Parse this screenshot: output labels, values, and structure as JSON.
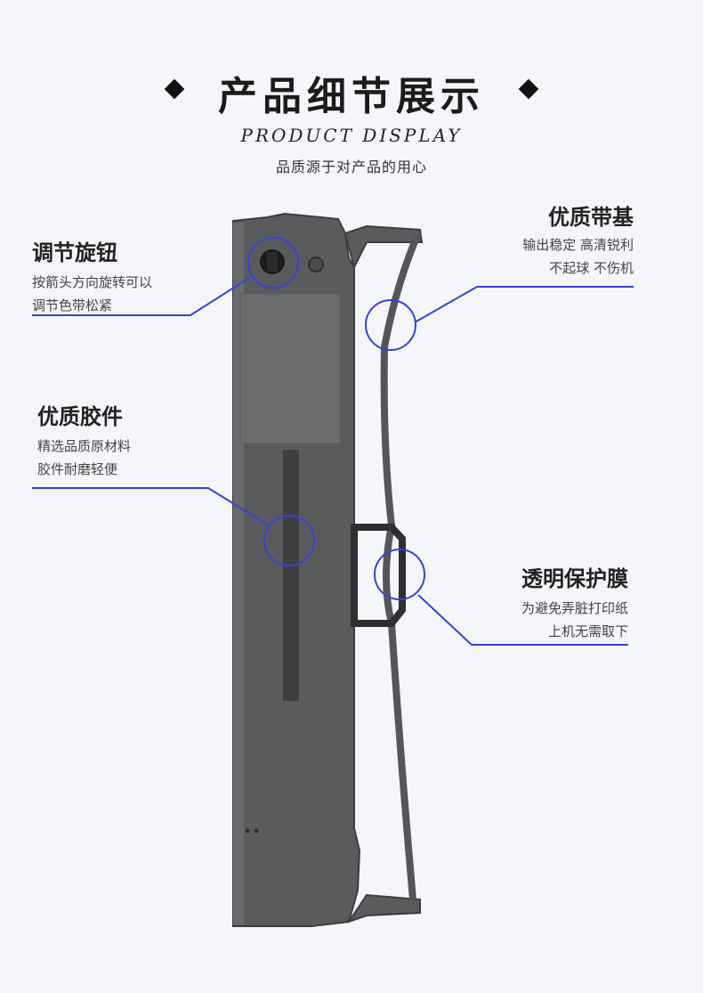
{
  "header": {
    "title": "产品细节展示",
    "subtitle_en": "PRODUCT DISPLAY",
    "subtitle_cn": "品质源于对产品的用心"
  },
  "features": {
    "knob": {
      "title": "调节旋钮",
      "desc_line1": "按箭头方向旋转可以",
      "desc_line2": "调节色带松紧"
    },
    "ribbon_base": {
      "title": "优质带基",
      "desc_line1": "输出稳定 高清锐利",
      "desc_line2": "不起球 不伤机"
    },
    "rubber": {
      "title": "优质胶件",
      "desc_line1": "精选品质原材料",
      "desc_line2": "胶件耐磨轻便"
    },
    "film": {
      "title": "透明保护膜",
      "desc_line1": "为避免弄脏打印纸",
      "desc_line2": "上机无需取下"
    }
  },
  "colors": {
    "accent_line": "#3345d6",
    "cartridge": "#5a5b5d",
    "background": "#f4f6fa"
  }
}
